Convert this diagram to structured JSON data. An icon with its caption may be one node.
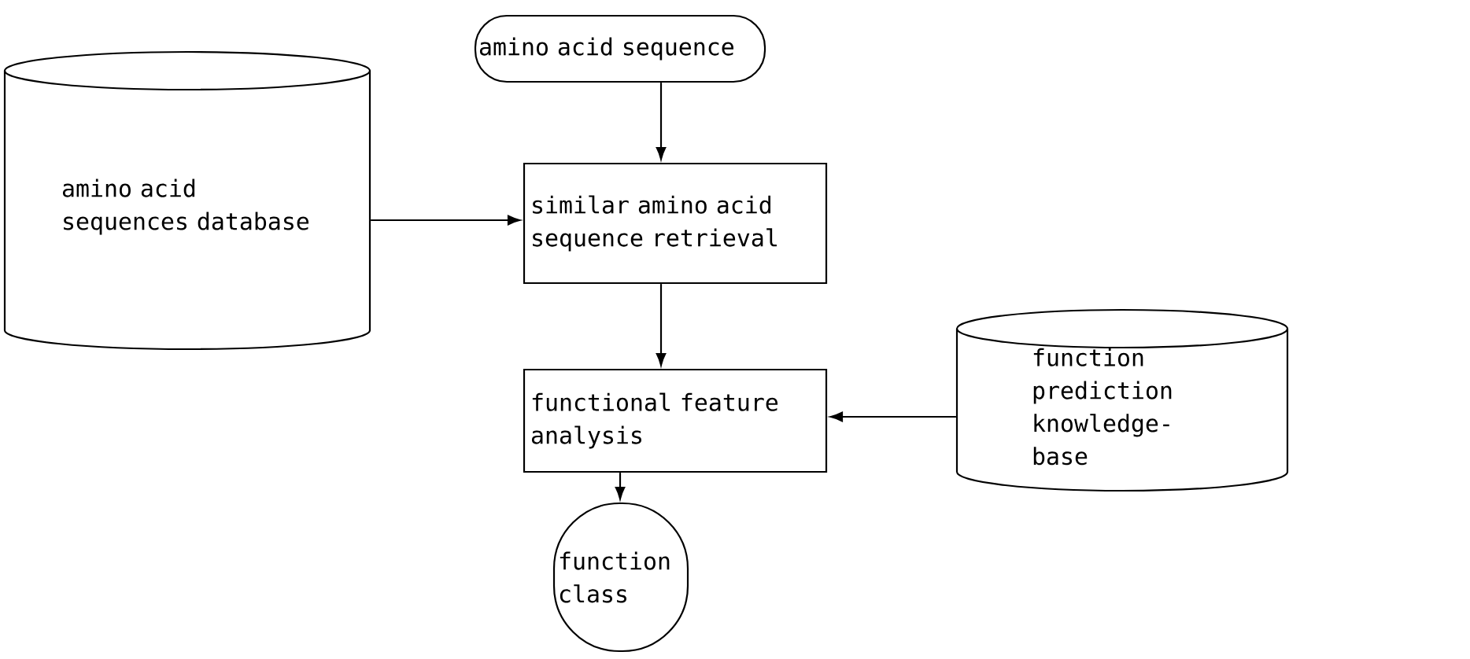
{
  "diagram": {
    "nodes": [
      {
        "text": [
          "amino acid sequence"
        ]
      },
      {
        "text": [
          "amino acid sequences database"
        ]
      },
      {
        "text": [
          "similar amino acid sequence retrieval"
        ]
      },
      {
        "text": [
          "functional feature analysis"
        ]
      },
      {
        "text": [
          "function prediction knowledge-base"
        ]
      },
      {
        "text": [
          "function class"
        ]
      }
    ],
    "edges": [
      {
        "from": 0,
        "to": 2,
        "arrow": "to"
      },
      {
        "from": 1,
        "to": 2,
        "arrow": "to"
      },
      {
        "from": 2,
        "to": 3,
        "arrow": "to"
      },
      {
        "from": 4,
        "to": 3,
        "arrow": "to"
      },
      {
        "from": 3,
        "to": 5,
        "arrow": "to"
      }
    ]
  }
}
